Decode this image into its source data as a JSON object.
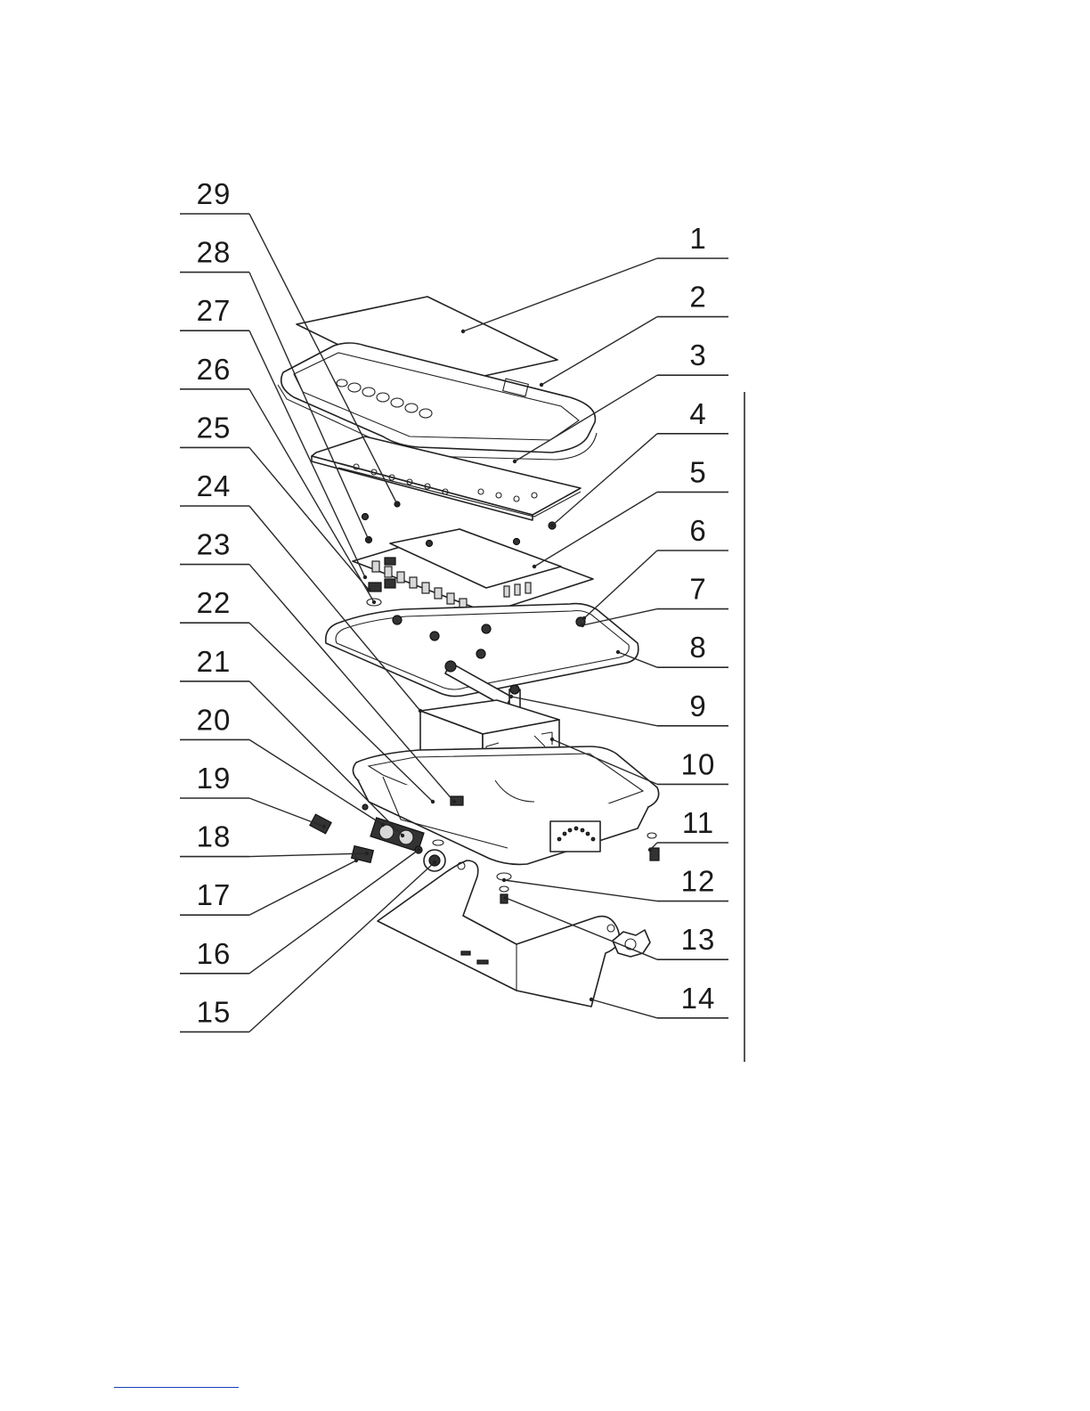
{
  "callouts": {
    "left": [
      {
        "number": "29"
      },
      {
        "number": "28"
      },
      {
        "number": "27"
      },
      {
        "number": "26"
      },
      {
        "number": "25"
      },
      {
        "number": "24"
      },
      {
        "number": "23"
      },
      {
        "number": "22"
      },
      {
        "number": "21"
      },
      {
        "number": "20"
      },
      {
        "number": "19"
      },
      {
        "number": "18"
      },
      {
        "number": "17"
      },
      {
        "number": "16"
      },
      {
        "number": "15"
      }
    ],
    "right": [
      {
        "number": "1"
      },
      {
        "number": "2"
      },
      {
        "number": "3"
      },
      {
        "number": "4"
      },
      {
        "number": "5"
      },
      {
        "number": "6"
      },
      {
        "number": "7"
      },
      {
        "number": "8"
      },
      {
        "number": "9"
      },
      {
        "number": "10"
      },
      {
        "number": "11"
      },
      {
        "number": "12"
      },
      {
        "number": "13"
      },
      {
        "number": "14"
      }
    ]
  },
  "colors": {
    "line": "#2a2a2a",
    "footer_rule": "#1a3fb8"
  }
}
